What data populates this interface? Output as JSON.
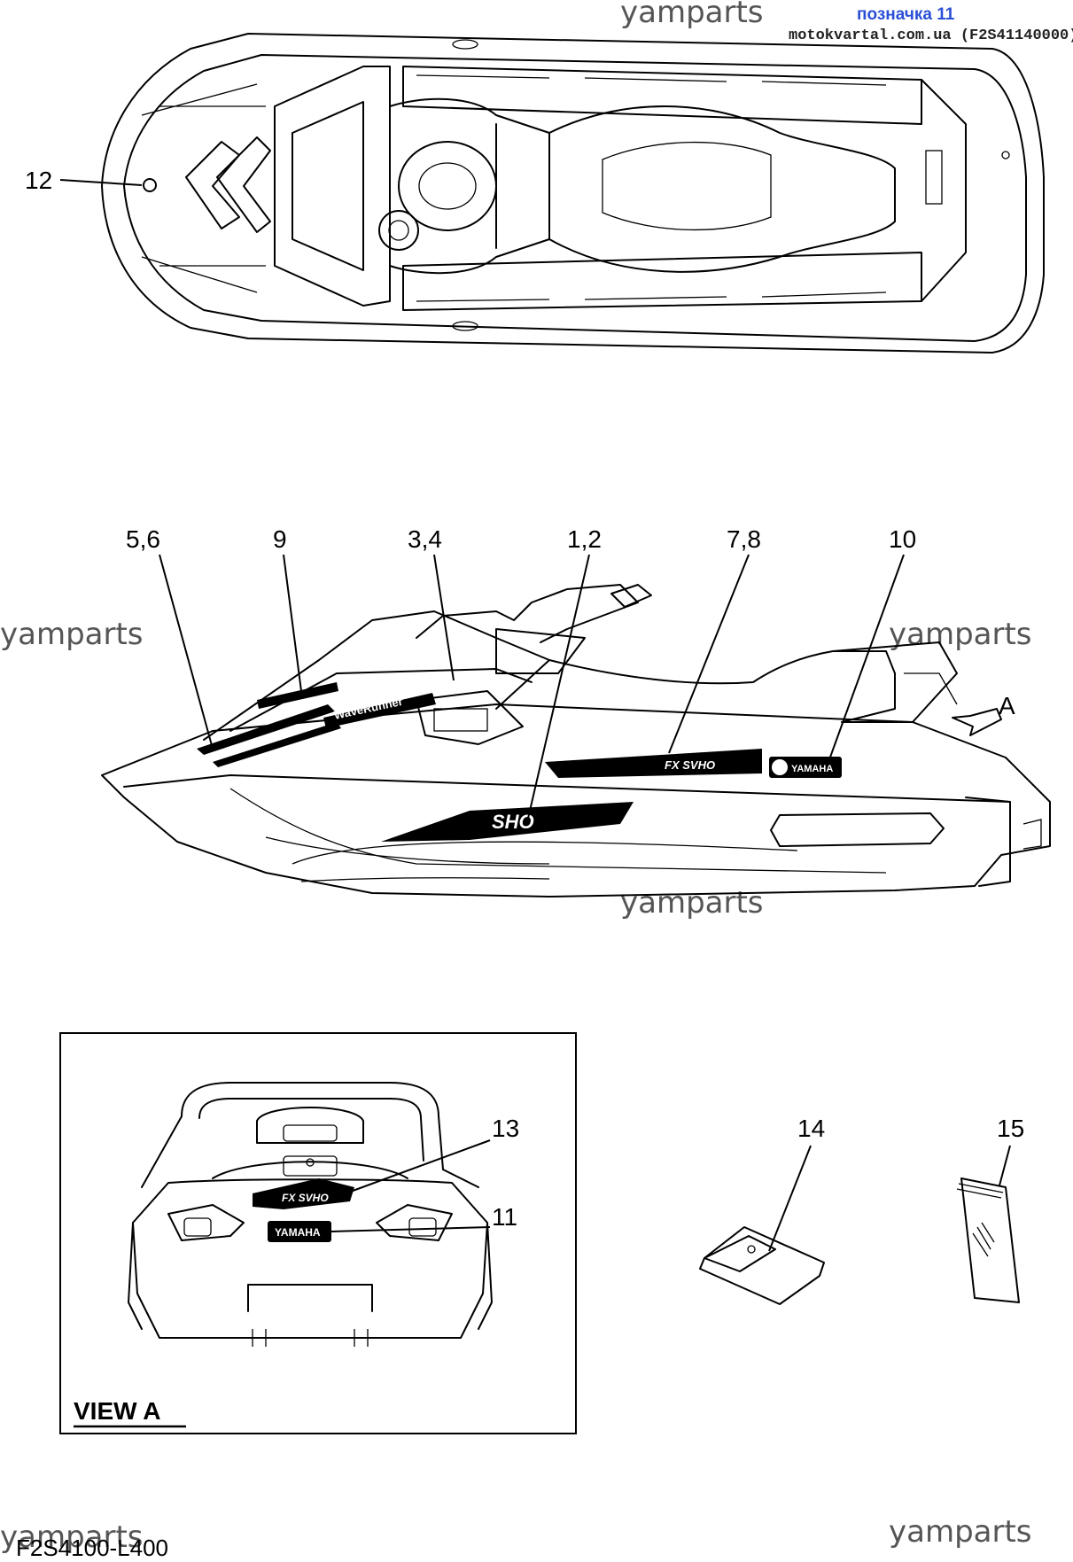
{
  "header": {
    "badge": "позначка 11",
    "site_ref": "motokvartal.com.ua (F2S41140000)"
  },
  "watermarks": [
    "yamparts",
    "yamparts",
    "yamparts",
    "yamparts",
    "yamparts",
    "yamparts"
  ],
  "callouts": {
    "top_view": [
      "12"
    ],
    "side_view": [
      "5,6",
      "9",
      "3,4",
      "1,2",
      "7,8",
      "10"
    ],
    "view_a": [
      "13",
      "11"
    ],
    "loose_parts": [
      "14",
      "15"
    ]
  },
  "direction_marker": "A",
  "view_a_label": "VIEW A",
  "decals": {
    "sho": "SHO",
    "fx_svho": "FX SVHO",
    "yamaha_side": "YAMAHA",
    "waverunner": "WaveRunner",
    "yamaha_rear": "YAMAHA",
    "fx_rear": "FX SVHO"
  },
  "diagram_code": "F2S4100-L400"
}
